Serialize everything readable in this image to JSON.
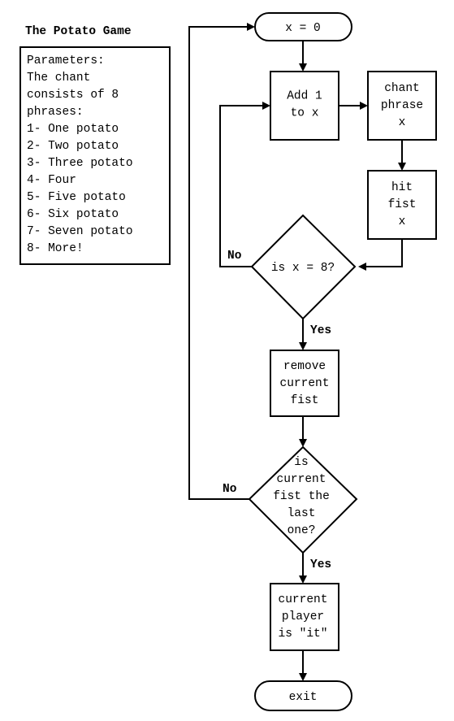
{
  "title": "The Potato Game",
  "parameters": [
    "Parameters:",
    "The chant",
    "consists of 8",
    "phrases:",
    "1- One potato",
    "2- Two potato",
    "3- Three potato",
    "4- Four",
    "5- Five potato",
    "6- Six potato",
    "7- Seven potato",
    "8- More!"
  ],
  "nodes": {
    "start": [
      "x = 0"
    ],
    "add": [
      "Add 1",
      "to x"
    ],
    "chant": [
      "chant",
      "phrase",
      "x"
    ],
    "hit": [
      "hit",
      "fist",
      "x"
    ],
    "check8": [
      "is x = 8?"
    ],
    "remove": [
      "remove",
      "current",
      "fist"
    ],
    "checkLast": [
      "is",
      "current",
      "fist the",
      "last",
      "one?"
    ],
    "it": [
      "current",
      "player",
      "is \"it\""
    ],
    "exit": [
      "exit"
    ]
  },
  "edge_labels": {
    "no1": "No",
    "yes1": "Yes",
    "no2": "No",
    "yes2": "Yes"
  }
}
